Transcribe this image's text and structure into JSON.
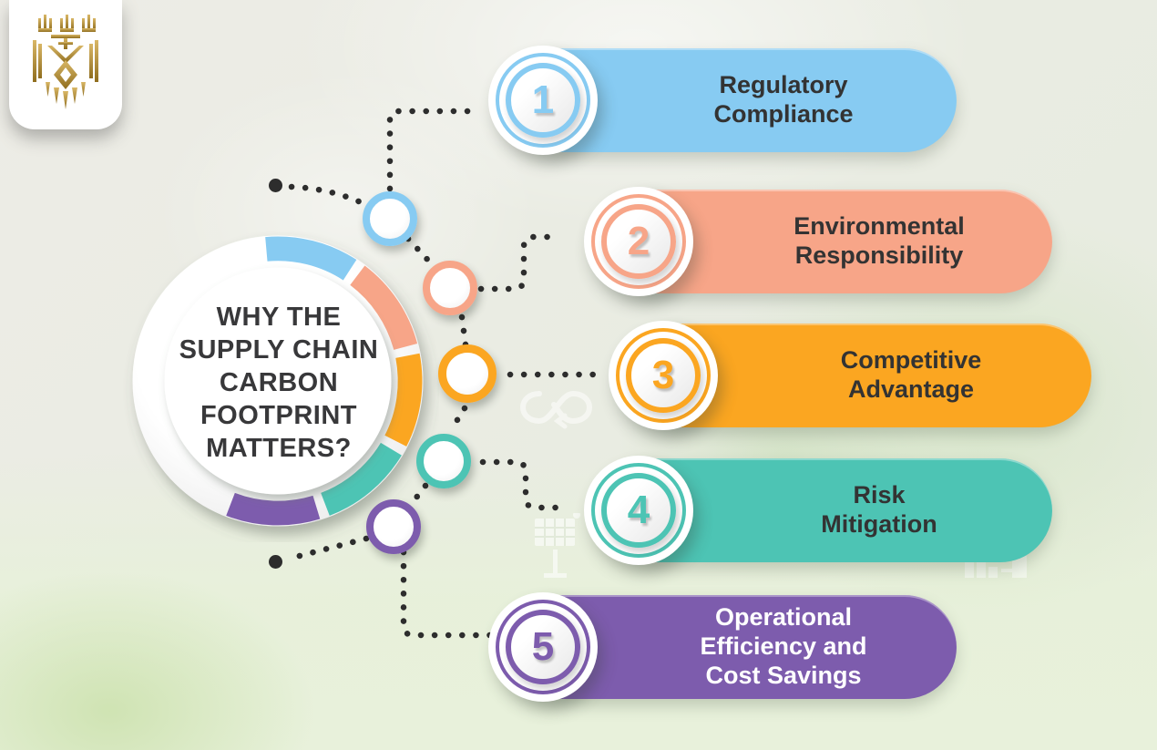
{
  "logo": {
    "name": "gold-crest-logo"
  },
  "center": {
    "title": "WHY THE\nSUPPLY CHAIN\nCARBON\nFOOTPRINT\nMATTERS?"
  },
  "colors": {
    "blue": "#87CBF2",
    "salmon": "#F7A588",
    "orange": "#FBA621",
    "teal": "#4DC4B4",
    "purple": "#7D5CAD",
    "text_dark": "#333333",
    "text_light": "#FFFFFF",
    "connector_dot": "#2D2D2D",
    "gold": "#B99044",
    "title_text": "#38383A"
  },
  "items": [
    {
      "number": "1",
      "label": "Regulatory\nCompliance",
      "color": "#87CBF2",
      "text_color": "#333333"
    },
    {
      "number": "2",
      "label": "Environmental\nResponsibility",
      "color": "#F7A588",
      "text_color": "#333333"
    },
    {
      "number": "3",
      "label": "Competitive\nAdvantage",
      "color": "#FBA621",
      "text_color": "#333333"
    },
    {
      "number": "4",
      "label": "Risk\nMitigation",
      "color": "#4DC4B4",
      "text_color": "#333333"
    },
    {
      "number": "5",
      "label": "Operational\nEfficiency and\nCost Savings",
      "color": "#7D5CAD",
      "text_color": "#FFFFFF"
    }
  ],
  "background_icons": [
    "infinity-icon",
    "solar-panel-icon",
    "truck-icon",
    "bar-chart-icon"
  ]
}
